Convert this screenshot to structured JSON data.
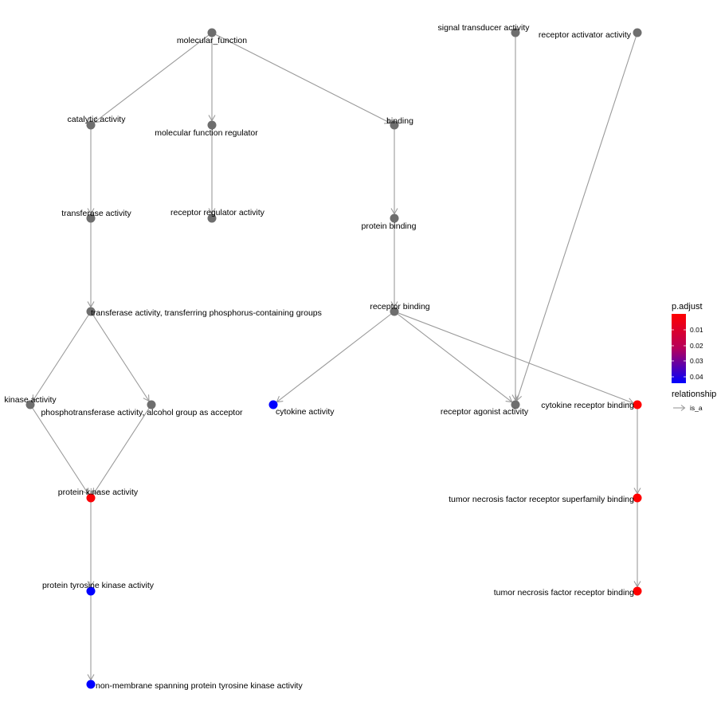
{
  "colors": {
    "gray_node": "#6e6e6e",
    "edge": "#9a9a9a",
    "high_significance": "#ff0000",
    "low_significance": "#0000ff"
  },
  "nodes": [
    {
      "id": "molecular_function",
      "label": "molecular_function",
      "color": "gray"
    },
    {
      "id": "catalytic_activity",
      "label": "catalytic activity",
      "color": "gray"
    },
    {
      "id": "mf_regulator",
      "label": "molecular function regulator",
      "color": "gray"
    },
    {
      "id": "binding",
      "label": "binding",
      "color": "gray"
    },
    {
      "id": "transferase_activity",
      "label": "transferase activity",
      "color": "gray"
    },
    {
      "id": "receptor_regulator",
      "label": "receptor regulator activity",
      "color": "gray"
    },
    {
      "id": "protein_binding",
      "label": "protein binding",
      "color": "gray"
    },
    {
      "id": "transferase_phospho",
      "label": "transferase activity, transferring phosphorus-containing groups",
      "color": "gray"
    },
    {
      "id": "receptor_binding",
      "label": "receptor binding",
      "color": "gray"
    },
    {
      "id": "kinase_activity",
      "label": "kinase activity",
      "color": "gray"
    },
    {
      "id": "phosphotransferase",
      "label": "phosphotransferase activity, alcohol group as acceptor",
      "color": "gray"
    },
    {
      "id": "cytokine_activity",
      "label": "cytokine activity",
      "color": "#0000ff"
    },
    {
      "id": "receptor_agonist",
      "label": "receptor agonist activity",
      "color": "gray"
    },
    {
      "id": "cytokine_receptor_binding",
      "label": "cytokine receptor binding",
      "color": "#ff0000"
    },
    {
      "id": "signal_transducer",
      "label": "signal transducer activity",
      "color": "gray"
    },
    {
      "id": "receptor_activator",
      "label": "receptor activator activity",
      "color": "gray"
    },
    {
      "id": "protein_kinase",
      "label": "protein kinase activity",
      "color": "#fa0005"
    },
    {
      "id": "tnf_superfamily_binding",
      "label": "tumor necrosis factor receptor superfamily binding",
      "color": "#ff0000"
    },
    {
      "id": "tnf_receptor_binding",
      "label": "tumor necrosis factor receptor binding",
      "color": "#ff0000"
    },
    {
      "id": "protein_tyrosine_kinase",
      "label": "protein tyrosine kinase activity",
      "color": "#0000ff"
    },
    {
      "id": "non_membrane_ptk",
      "label": "non-membrane spanning protein tyrosine kinase activity",
      "color": "#0000ff"
    }
  ],
  "edges": [
    {
      "from": "molecular_function",
      "to": "catalytic_activity"
    },
    {
      "from": "molecular_function",
      "to": "mf_regulator"
    },
    {
      "from": "molecular_function",
      "to": "binding"
    },
    {
      "from": "catalytic_activity",
      "to": "transferase_activity"
    },
    {
      "from": "mf_regulator",
      "to": "receptor_regulator"
    },
    {
      "from": "binding",
      "to": "protein_binding"
    },
    {
      "from": "transferase_activity",
      "to": "transferase_phospho"
    },
    {
      "from": "protein_binding",
      "to": "receptor_binding"
    },
    {
      "from": "transferase_phospho",
      "to": "kinase_activity"
    },
    {
      "from": "transferase_phospho",
      "to": "phosphotransferase"
    },
    {
      "from": "receptor_binding",
      "to": "cytokine_activity"
    },
    {
      "from": "receptor_binding",
      "to": "receptor_agonist"
    },
    {
      "from": "receptor_binding",
      "to": "cytokine_receptor_binding"
    },
    {
      "from": "signal_transducer",
      "to": "receptor_agonist"
    },
    {
      "from": "receptor_activator",
      "to": "receptor_agonist"
    },
    {
      "from": "kinase_activity",
      "to": "protein_kinase"
    },
    {
      "from": "phosphotransferase",
      "to": "protein_kinase"
    },
    {
      "from": "cytokine_receptor_binding",
      "to": "tnf_superfamily_binding"
    },
    {
      "from": "tnf_superfamily_binding",
      "to": "tnf_receptor_binding"
    },
    {
      "from": "protein_kinase",
      "to": "protein_tyrosine_kinase"
    },
    {
      "from": "protein_tyrosine_kinase",
      "to": "non_membrane_ptk"
    }
  ],
  "legend": {
    "color_title": "p.adjust",
    "color_ticks": [
      "0.01",
      "0.02",
      "0.03",
      "0.04"
    ],
    "relationship_title": "relationship",
    "relationship_label": "is_a"
  }
}
